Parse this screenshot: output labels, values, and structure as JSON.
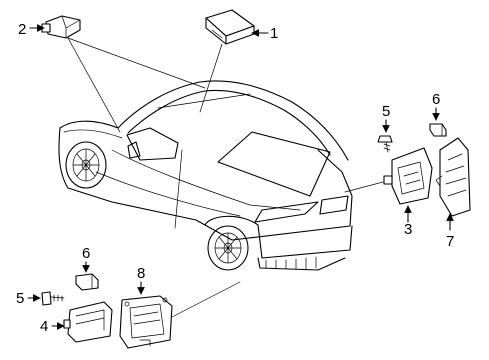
{
  "callouts": {
    "c1": "1",
    "c2": "2",
    "c3": "3",
    "c4": "4",
    "c5_right": "5",
    "c5_left": "5",
    "c6_right": "6",
    "c6_left": "6",
    "c7": "7",
    "c8": "8"
  },
  "colors": {
    "line": "#000000",
    "background": "#ffffff"
  }
}
